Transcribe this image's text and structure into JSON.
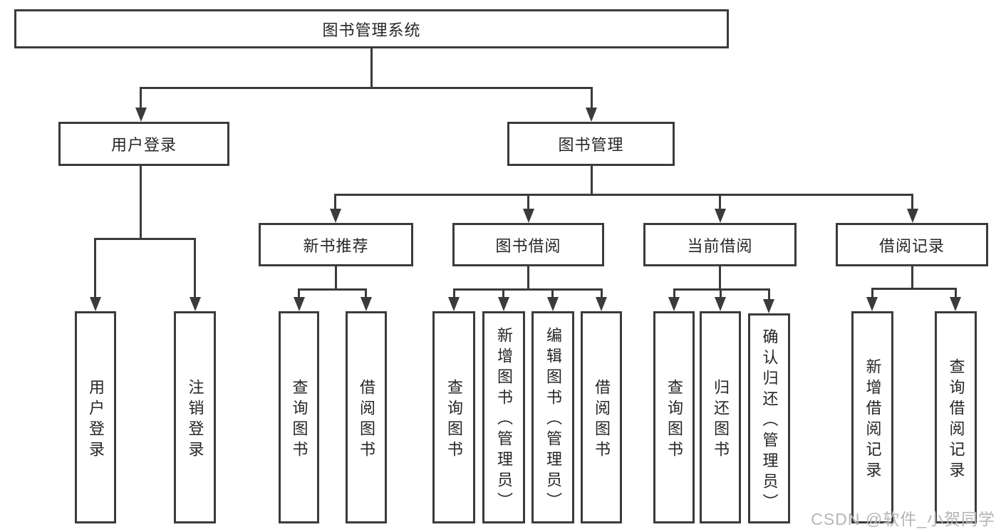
{
  "tree": {
    "root": {
      "label": "图书管理系统"
    },
    "branches": [
      {
        "label": "用户登录",
        "leaves": [
          {
            "label": "用户登录"
          },
          {
            "label": "注销登录"
          }
        ]
      },
      {
        "label": "图书管理",
        "groups": [
          {
            "label": "新书推荐",
            "leaves": [
              {
                "label": "查询图书"
              },
              {
                "label": "借阅图书"
              }
            ]
          },
          {
            "label": "图书借阅",
            "leaves": [
              {
                "label": "查询图书"
              },
              {
                "label": "新增图书（管理员）"
              },
              {
                "label": "编辑图书（管理员）"
              },
              {
                "label": "借阅图书"
              }
            ]
          },
          {
            "label": "当前借阅",
            "leaves": [
              {
                "label": "查询图书"
              },
              {
                "label": "归还图书"
              },
              {
                "label": "确认归还（管理员）"
              }
            ]
          },
          {
            "label": "借阅记录",
            "leaves": [
              {
                "label": "新增借阅记录"
              },
              {
                "label": "查询借阅记录"
              }
            ]
          }
        ]
      }
    ]
  },
  "watermark": {
    "text": "CSDN @软件_小贺同学"
  },
  "colors": {
    "line": "#3b3b3b",
    "text": "#262626",
    "background": "#ffffff",
    "watermark": "#b5b5b5"
  }
}
